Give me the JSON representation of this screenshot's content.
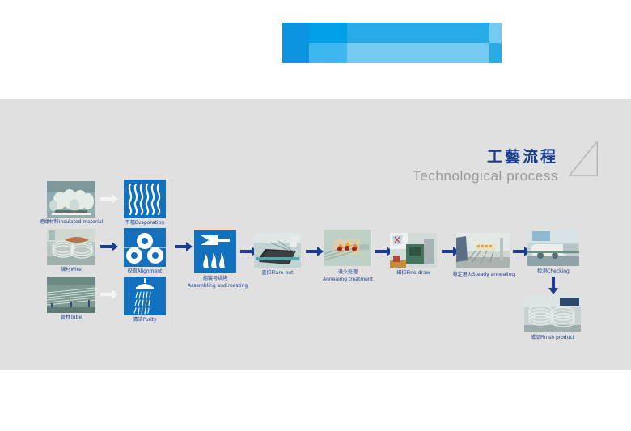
{
  "page": {
    "background_white": "#ffffff",
    "background_gray": "#e0e0e0"
  },
  "header": {
    "accent_colors": [
      "#0d94e0",
      "#00a0e9",
      "#3cb8ef",
      "#29abe8",
      "#76c9f0"
    ]
  },
  "title": {
    "chinese": "工藝流程",
    "english": "Technological process",
    "chinese_color": "#1b3d8f",
    "english_color": "#9a9a9a"
  },
  "materials": [
    {
      "cn": "絕緣材料",
      "en": "Insulated material",
      "label": "絕緣材料Insulated material"
    },
    {
      "cn": "線材",
      "en": "Wire",
      "label": "線材Wire"
    },
    {
      "cn": "管材",
      "en": "Tube",
      "label": "管材Tube"
    }
  ],
  "prep_steps": [
    {
      "cn": "平幅",
      "en": "Evaporation",
      "label": "平幅Evaporation",
      "icon": "waves-icon"
    },
    {
      "cn": "校直",
      "en": "Alignment",
      "label": "校直Alignment",
      "icon": "rings-icon"
    },
    {
      "cn": "清洁",
      "en": "Purity",
      "label": "清洁Purity",
      "icon": "shower-icon"
    }
  ],
  "process_steps": [
    {
      "cn": "組裝与烘烤",
      "en": "Assembling and roasting",
      "type": "icon",
      "icon": "funnel-flame-icon"
    },
    {
      "cn": "直拉",
      "en": "Flare-out",
      "label": "直拉Flare-out",
      "type": "photo"
    },
    {
      "cn": "退火处理",
      "en": "Annealing treatment",
      "type": "photo"
    },
    {
      "cn": "細拉",
      "en": "Fine-draw",
      "label": "細拉Fine-draw",
      "type": "photo"
    },
    {
      "cn": "稳定退火",
      "en": "Steady annealing",
      "label": "稳定退火Steady annealing",
      "type": "photo"
    },
    {
      "cn": "检测",
      "en": "Checking",
      "label": "检测Checking",
      "type": "photo"
    },
    {
      "cn": "成品",
      "en": "Finish product",
      "label": "成品Finish product",
      "type": "photo"
    }
  ]
}
